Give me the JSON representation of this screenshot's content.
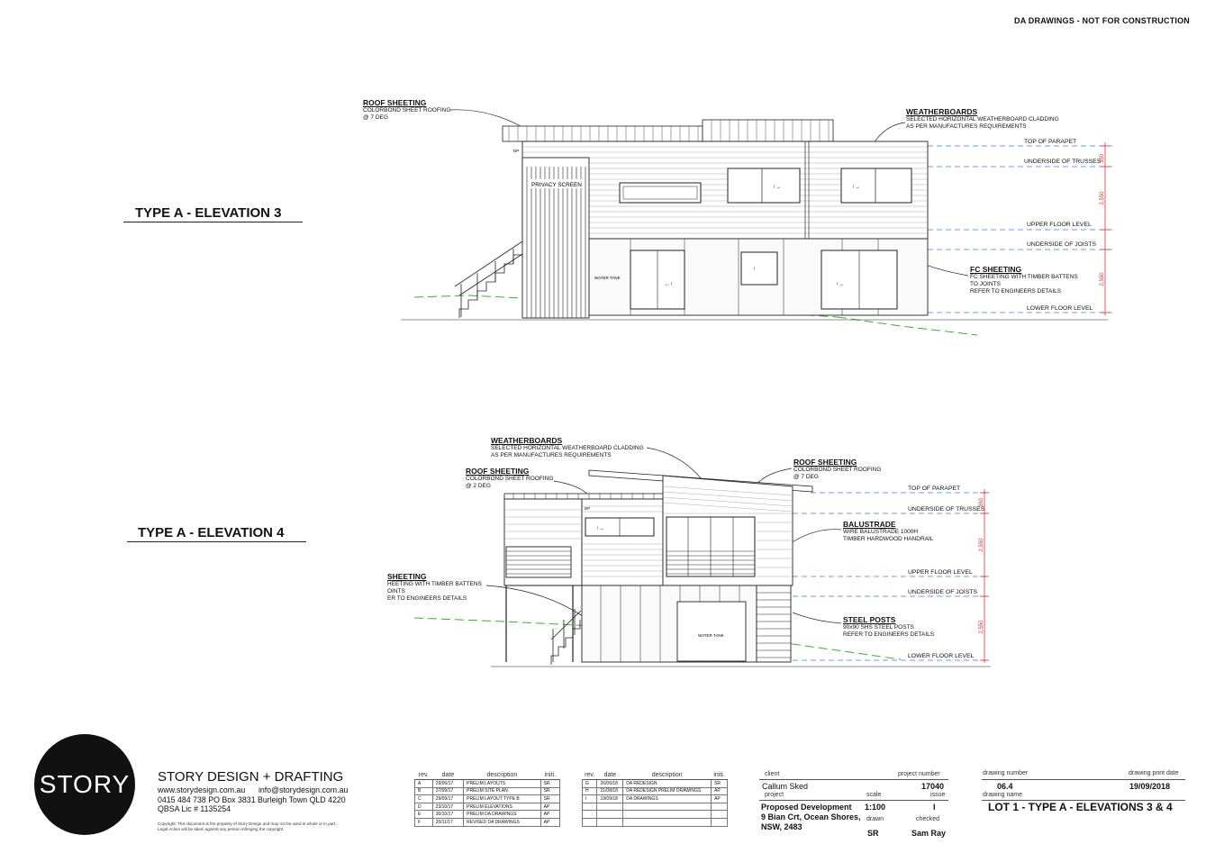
{
  "header": {
    "stamp": "DA DRAWINGS - NOT FOR CONSTRUCTION"
  },
  "elevation3": {
    "title": "TYPE A - ELEVATION 3",
    "roof": {
      "heading": "ROOF SHEETING",
      "lines": [
        "COLORBOND SHEET ROOFING",
        "@ 7 DEG"
      ]
    },
    "weatherboards": {
      "heading": "WEATHERBOARDS",
      "lines": [
        "SELECTED HORIZONTAL WEATHERBOARD CLADDING",
        "AS PER MANUFACTURES REQUIREMENTS"
      ]
    },
    "fc": {
      "heading": "FC SHEETING",
      "lines": [
        "FC SHEETING WITH TIMBER BATTENS",
        "TO JOINTS",
        "REFER TO ENGINEERS DETAILS"
      ]
    },
    "privacy_screen": "PRIVACY SCREEN",
    "water_tank": "WATER TANK",
    "dp": "DP",
    "levels": {
      "top_parapet": "TOP OF PARAPET",
      "underside_trusses": "UNDERSIDE OF TRUSSES",
      "upper_floor": "UPPER FLOOR LEVEL",
      "underside_joists": "UNDERSIDE OF JOISTS",
      "lower_floor": "LOWER FLOOR LEVEL"
    },
    "dims": {
      "a": "350",
      "b": "2,550",
      "c": "2,550"
    }
  },
  "elevation4": {
    "title": "TYPE A - ELEVATION 4",
    "weatherboards": {
      "heading": "WEATHERBOARDS",
      "lines": [
        "SELECTED HORIZONTAL WEATHERBOARD CLADDING",
        "AS PER MANUFACTURES REQUIREMENTS"
      ]
    },
    "roof_left": {
      "heading": "ROOF SHEETING",
      "lines": [
        "COLORBOND SHEET ROOFING",
        "@ 2 DEG"
      ]
    },
    "roof_right": {
      "heading": "ROOF SHEETING",
      "lines": [
        "COLORBOND SHEET ROOFING",
        "@ 7 DEG"
      ]
    },
    "balustrade": {
      "heading": "BALUSTRADE",
      "lines": [
        "WIRE BALUSTRADE 1000H",
        "TIMBER HARDWOOD HANDRAIL"
      ]
    },
    "sheeting": {
      "heading": "SHEETING",
      "lines": [
        "HEETING WITH TIMBER BATTENS",
        "OINTS",
        "ER TO ENGINEERS DETAILS"
      ]
    },
    "steel_posts": {
      "heading": "STEEL POSTS",
      "lines": [
        "90x90 SHS STEEL POSTS",
        "REFER TO ENGINEERS DETAILS"
      ]
    },
    "water_tank": "WATER TANK",
    "dp": "DP",
    "levels": {
      "top_parapet": "TOP OF PARAPET",
      "underside_trusses": "UNDERSIDE OF TRUSSES",
      "upper_floor": "UPPER FLOOR LEVEL",
      "underside_joists": "UNDERSIDE OF JOISTS",
      "lower_floor": "LOWER FLOOR LEVEL"
    },
    "dims": {
      "a": "350",
      "b": "2,550",
      "c": "2,550"
    }
  },
  "firm": {
    "logo": "STORY",
    "name": "STORY DESIGN + DRAFTING",
    "web_email": "www.storydesign.com.au      info@storydesign.com.au",
    "phone_po": "0415 484 738    PO Box 3831 Burleigh Town QLD 4220",
    "qbsa": "QBSA Lic # 1135254",
    "copyright": "Copyright: This document is the property of Story Design and may not be used in whole or in part. Legal Action will be taken against any person infringing the copyright."
  },
  "revisions": {
    "headers": [
      "rev.",
      "date",
      "description",
      "initi."
    ],
    "table1": [
      [
        "A",
        "29/06/17",
        "PRELIM LAYOUTS",
        "SR"
      ],
      [
        "B",
        "27/09/17",
        "PRELIM SITE PLAN",
        "SR"
      ],
      [
        "C",
        "29/09/17",
        "PRELIM LAYOUT TYPE B",
        "SR"
      ],
      [
        "D",
        "23/10/17",
        "PRELIM ELEVATIONS",
        "AP"
      ],
      [
        "E",
        "30/10/17",
        "PRELIM DA DRAWINGS",
        "AP"
      ],
      [
        "F",
        "20/11/17",
        "REVISED DA DRAWINGS",
        "AP"
      ]
    ],
    "table2": [
      [
        "G",
        "26/06/18",
        "DA REDESIGN",
        "SR"
      ],
      [
        "H",
        "21/08/18",
        "DA REDESIGN PRELIM DRAWINGS",
        "AP"
      ],
      [
        "I",
        "19/09/18",
        "DA DRAWINGS",
        "AP"
      ],
      [
        "",
        "",
        "",
        ""
      ],
      [
        "",
        "",
        "",
        ""
      ],
      [
        "",
        "",
        "",
        ""
      ]
    ]
  },
  "titleblock": {
    "client_label": "client",
    "client": "Callum Sked",
    "project_number_label": "project number",
    "project_number": "17040",
    "project_label": "project",
    "project": "Proposed Development",
    "address1": "9 Bian Crt, Ocean Shores,",
    "address2": "NSW, 2483",
    "scale_label": "scale",
    "scale": "1:100",
    "issue_label": "issue",
    "issue": "I",
    "drawn_label": "drawn",
    "drawn": "SR",
    "checked_label": "checked",
    "checked": "Sam Ray",
    "drawing_number_label": "drawing number",
    "drawing_number": "06.4",
    "print_date_label": "drawing print date",
    "print_date": "19/09/2018",
    "drawing_name_label": "drawing name",
    "drawing_name": "LOT 1 - TYPE A - ELEVATIONS 3 & 4"
  }
}
